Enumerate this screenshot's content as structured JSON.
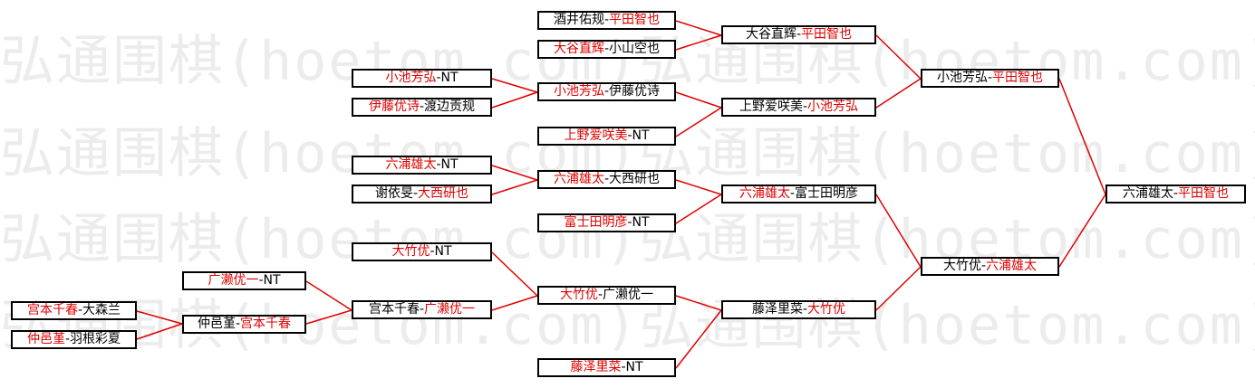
{
  "watermark": "弘通围棋(hoetom.com)弘通围棋(hoetom.com)弘",
  "colors": {
    "winner": "#e00000",
    "line": "#e00000",
    "border": "#000000"
  },
  "bracket": {
    "r1": [
      {
        "a": "宫本千春",
        "sep": "-",
        "b": "大森兰",
        "winner": "a"
      },
      {
        "a": "仲邑堇",
        "sep": "-",
        "b": "羽根彩夏",
        "winner": "a"
      }
    ],
    "r2": [
      {
        "a": "广濑优一",
        "sep": "-",
        "b": "NT",
        "winner": "a"
      },
      {
        "a": "仲邑堇",
        "sep": "-",
        "b": "宫本千春",
        "winner": "b"
      }
    ],
    "r3": [
      {
        "a": "小池芳弘",
        "sep": "-",
        "b": "NT",
        "winner": "a"
      },
      {
        "a": "伊藤优诗",
        "sep": "-",
        "b": "渡边贡规",
        "winner": "a"
      },
      {
        "a": "六浦雄太",
        "sep": "-",
        "b": "NT",
        "winner": "a"
      },
      {
        "a": "谢依旻",
        "sep": "-",
        "b": "大西研也",
        "winner": "b"
      },
      {
        "a": "大竹优",
        "sep": "-",
        "b": "NT",
        "winner": "a"
      },
      {
        "a": "宫本千春",
        "sep": "-",
        "b": "广濑优一",
        "winner": "b"
      }
    ],
    "r4": [
      {
        "a": "酒井佑规",
        "sep": "-",
        "b": "平田智也",
        "winner": "b"
      },
      {
        "a": "大谷直辉",
        "sep": "-",
        "b": "小山空也",
        "winner": "a"
      },
      {
        "a": "小池芳弘",
        "sep": "-",
        "b": "伊藤优诗",
        "winner": "a"
      },
      {
        "a": "上野爱咲美",
        "sep": "-",
        "b": "NT",
        "winner": "a"
      },
      {
        "a": "六浦雄太",
        "sep": "-",
        "b": "大西研也",
        "winner": "a"
      },
      {
        "a": "富士田明彦",
        "sep": "-",
        "b": "NT",
        "winner": "a"
      },
      {
        "a": "大竹优",
        "sep": "-",
        "b": "广濑优一",
        "winner": "a"
      },
      {
        "a": "藤泽里菜",
        "sep": "-",
        "b": "NT",
        "winner": "a"
      }
    ],
    "r5": [
      {
        "a": "大谷直辉",
        "sep": "-",
        "b": "平田智也",
        "winner": "b"
      },
      {
        "a": "上野爱咲美",
        "sep": "-",
        "b": "小池芳弘",
        "winner": "b"
      },
      {
        "a": "六浦雄太",
        "sep": "-",
        "b": "富士田明彦",
        "winner": "a"
      },
      {
        "a": "藤泽里菜",
        "sep": "-",
        "b": "大竹优",
        "winner": "b"
      }
    ],
    "r6": [
      {
        "a": "小池芳弘",
        "sep": "-",
        "b": "平田智也",
        "winner": "b"
      },
      {
        "a": "大竹优",
        "sep": "-",
        "b": "六浦雄太",
        "winner": "b"
      }
    ],
    "r7": [
      {
        "a": "六浦雄太",
        "sep": "-",
        "b": "平田智也",
        "winner": "b"
      }
    ]
  }
}
